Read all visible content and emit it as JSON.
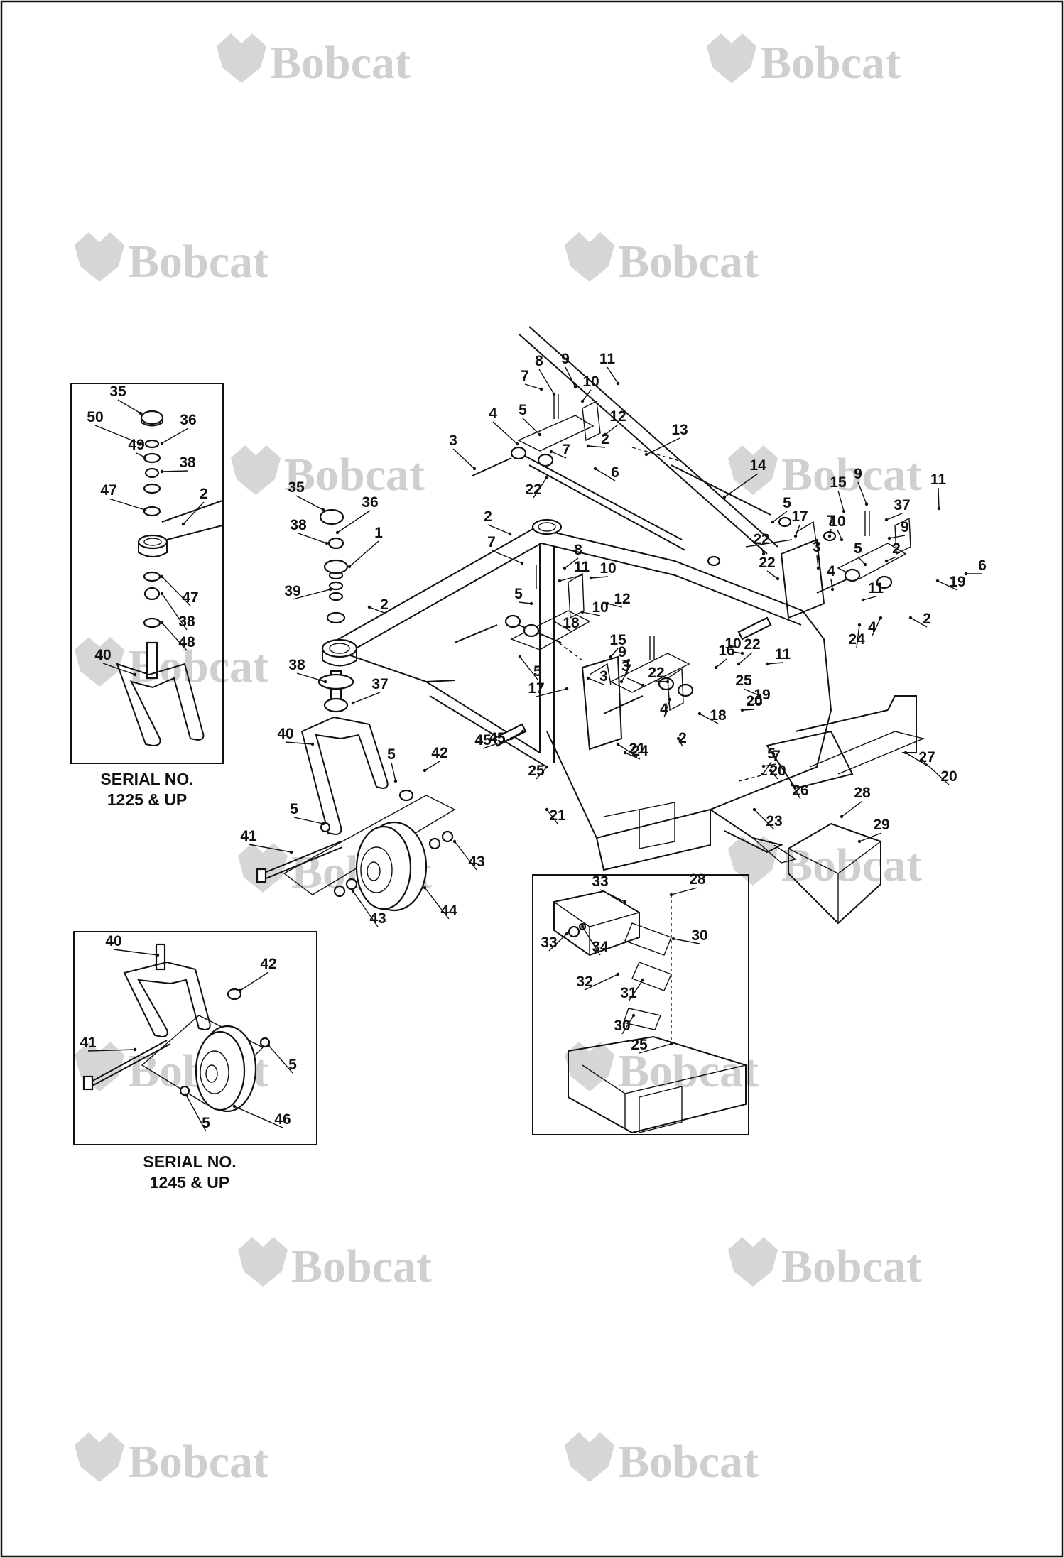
{
  "watermark": {
    "text": "Bobcat"
  },
  "insets": {
    "caster_1225": {
      "caption_line1": "SERIAL NO.",
      "caption_line2": "1225 & UP"
    },
    "caster_1245": {
      "caption_line1": "SERIAL NO.",
      "caption_line2": "1245 & UP"
    }
  },
  "callouts": {
    "inset1": [
      "35",
      "50",
      "36",
      "49",
      "38",
      "47",
      "2",
      "47",
      "38",
      "48",
      "40"
    ],
    "inset2": [
      "40",
      "42",
      "41",
      "5",
      "5",
      "46"
    ],
    "inset3": [
      "33",
      "28",
      "34",
      "30",
      "33",
      "32",
      "31",
      "30",
      "25"
    ],
    "main": [
      "8",
      "9",
      "11",
      "7",
      "10",
      "4",
      "5",
      "12",
      "3",
      "2",
      "7",
      "13",
      "6",
      "22",
      "14",
      "15",
      "9",
      "11",
      "35",
      "36",
      "2",
      "5",
      "17",
      "22",
      "7",
      "10",
      "37",
      "38",
      "1",
      "7",
      "9",
      "2",
      "8",
      "11",
      "10",
      "5",
      "3",
      "4",
      "22",
      "5",
      "39",
      "2",
      "5",
      "10",
      "12",
      "20",
      "19",
      "6",
      "18",
      "2",
      "3",
      "4",
      "45",
      "11",
      "24",
      "22",
      "15",
      "9",
      "7",
      "25",
      "21",
      "22",
      "10",
      "5",
      "16",
      "11",
      "7",
      "20",
      "19",
      "38",
      "37",
      "17",
      "3",
      "18",
      "40",
      "4",
      "45",
      "2",
      "24",
      "27",
      "5",
      "42",
      "25",
      "26",
      "20",
      "28",
      "21",
      "23",
      "29",
      "41",
      "5",
      "43",
      "43",
      "44"
    ]
  }
}
